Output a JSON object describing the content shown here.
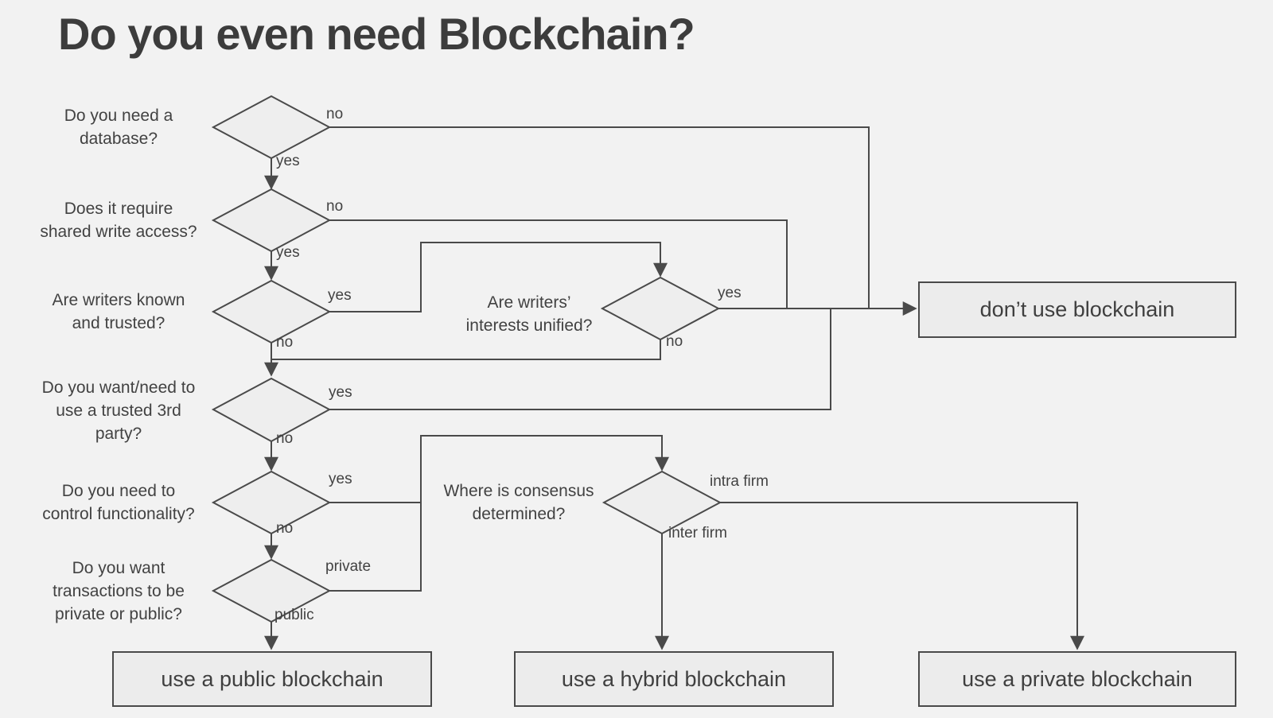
{
  "title": "Do you even need Blockchain?",
  "questions": {
    "database": "Do you need a\ndatabase?",
    "shared_write": "Does it require\nshared write access?",
    "writers_known": "Are writers known\nand trusted?",
    "trusted_third_party": "Do you want/need to\nuse a trusted 3rd\nparty?",
    "control_functionality": "Do you need to\ncontrol functionality?",
    "private_or_public": "Do you want\ntransactions to be\nprivate or public?",
    "writers_interests": "Are writers’\ninterests unified?",
    "consensus": "Where is consensus\ndetermined?"
  },
  "outcomes": {
    "dont_use": "don’t use blockchain",
    "public": "use a public blockchain",
    "hybrid": "use a hybrid blockchain",
    "private": "use a private blockchain"
  },
  "edge_labels": {
    "database_no": "no",
    "database_yes": "yes",
    "shared_write_no": "no",
    "shared_write_yes": "yes",
    "writers_known_yes": "yes",
    "writers_known_no": "no",
    "writers_interests_yes": "yes",
    "writers_interests_no": "no",
    "trusted_third_party_yes": "yes",
    "trusted_third_party_no": "no",
    "control_functionality_yes": "yes",
    "control_functionality_no": "no",
    "transactions_private": "private",
    "transactions_public": "public",
    "consensus_intra_firm": "intra firm",
    "consensus_inter_firm": "inter firm"
  },
  "colors": {
    "background": "#f2f2f2",
    "node_fill": "#eeeeee",
    "box_fill": "#ececec",
    "line": "#4a4a4a",
    "text": "#424242"
  }
}
